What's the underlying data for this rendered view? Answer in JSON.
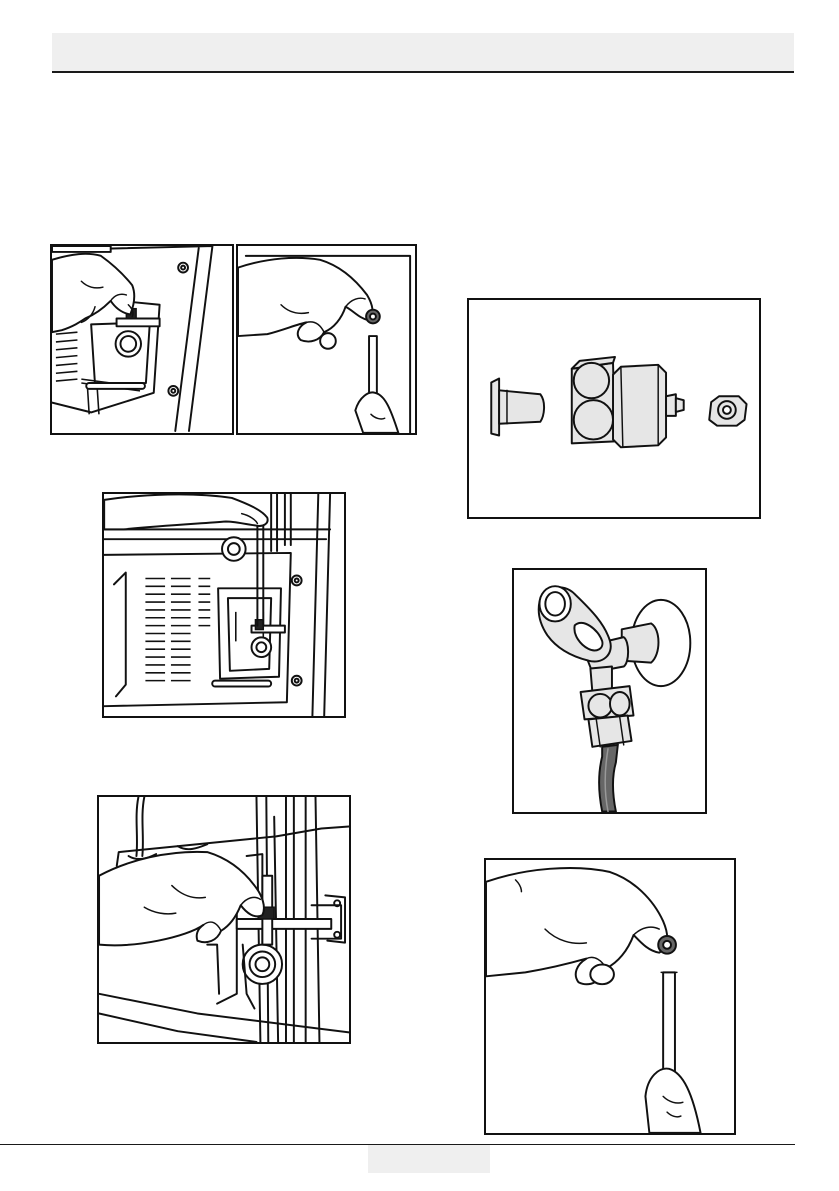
{
  "page": {
    "header_text": "",
    "page_number": ""
  },
  "colors": {
    "line": "#111111",
    "header_fill": "#efefef",
    "fitting_grey": "#e6e6e6",
    "tube_dark": "#666666"
  },
  "figures": [
    {
      "id": "fig-hand-valve",
      "subject": "hand-icon"
    },
    {
      "id": "fig-hand-nut-tube",
      "subject": "hand-icon"
    },
    {
      "id": "fig-tube-connected",
      "subject": "valve-icon"
    },
    {
      "id": "fig-hand-clip",
      "subject": "hand-icon"
    },
    {
      "id": "fig-fitting-parts",
      "subject": "fitting-icon"
    },
    {
      "id": "fig-tap-valve",
      "subject": "tap-icon"
    },
    {
      "id": "fig-hand-nut-tube-large",
      "subject": "hand-icon"
    }
  ]
}
